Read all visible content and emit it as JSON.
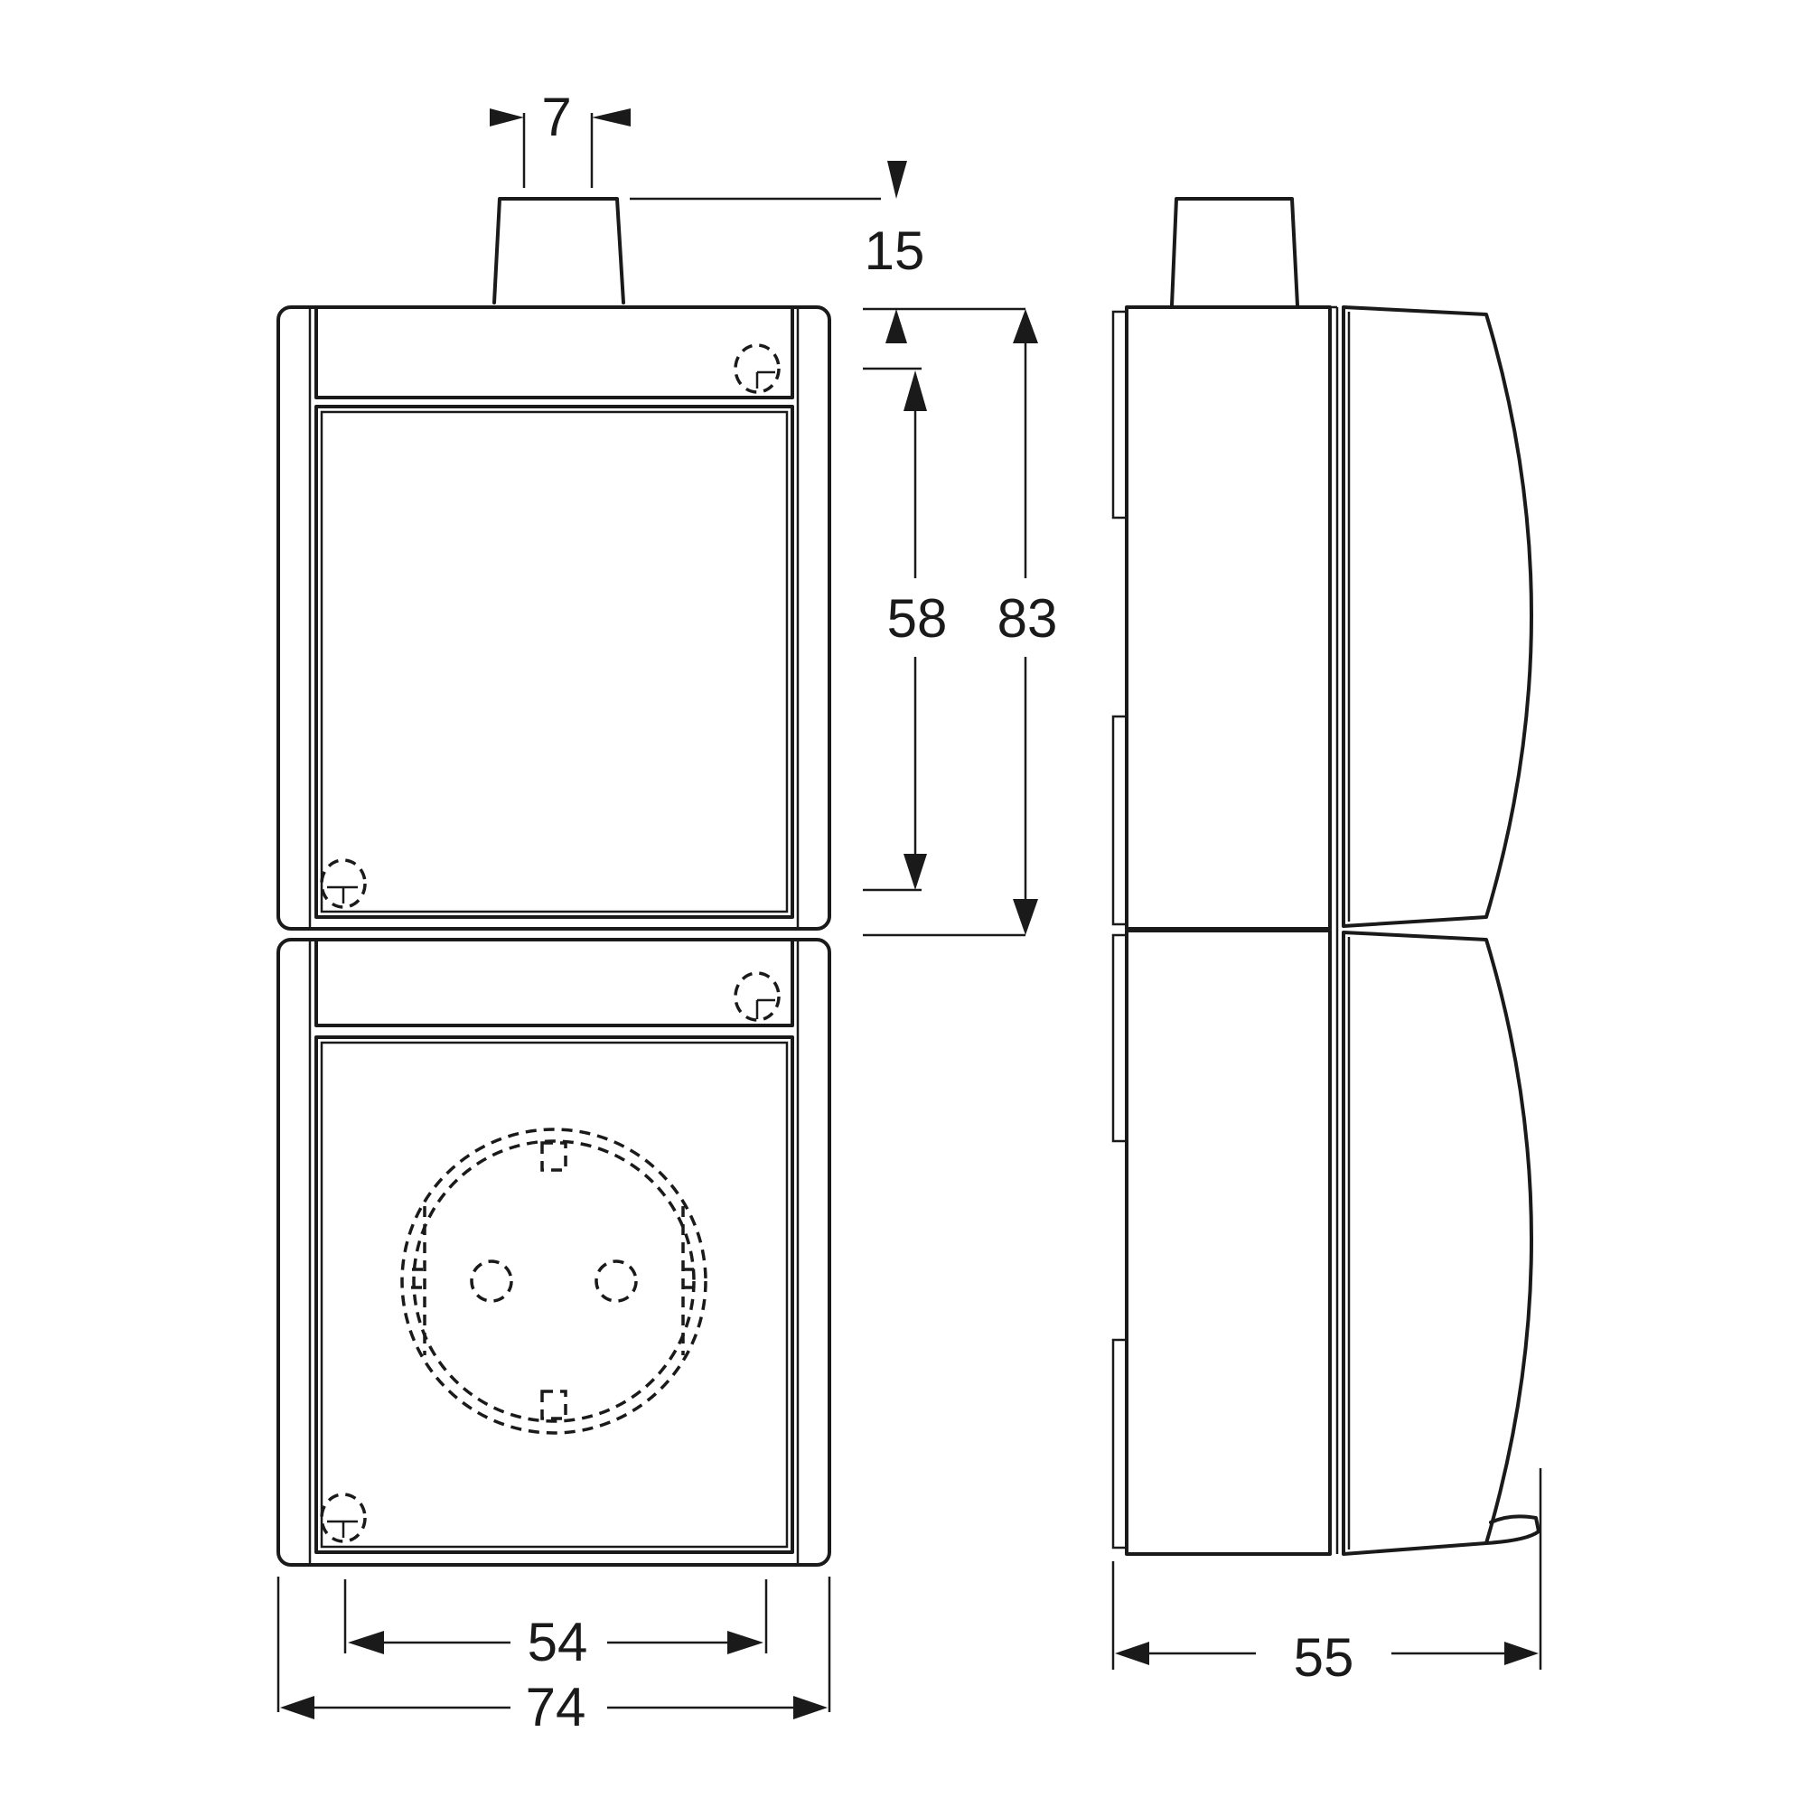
{
  "dimensions": {
    "plug_width": "7",
    "plug_height": "15",
    "module_height_inner": "58",
    "module_height_outer": "83",
    "front_width_inner": "54",
    "front_width_outer": "74",
    "depth": "55"
  },
  "colors": {
    "line": "#1a1a1a",
    "background": "#ffffff"
  }
}
